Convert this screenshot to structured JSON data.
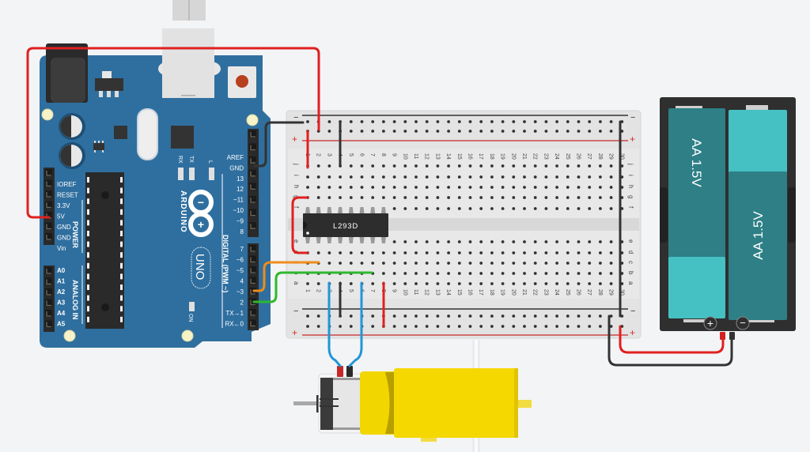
{
  "canvas": {
    "background": "#f3f4f6"
  },
  "arduino": {
    "name": "Arduino Uno",
    "brand": "ARDUINO",
    "model": "UNO",
    "board_color": "#2f6f9f",
    "logo_minus": "−",
    "logo_plus": "+",
    "led_labels": [
      "RX",
      "TX",
      "L"
    ],
    "on_label": "ON",
    "power_header": {
      "title": "POWER",
      "pins": [
        "IOREF",
        "RESET",
        "3.3V",
        "5V",
        "GND",
        "GND",
        "Vin"
      ]
    },
    "analog_header": {
      "title": "ANALOG IN",
      "pins": [
        "A0",
        "A1",
        "A2",
        "A3",
        "A4",
        "A5"
      ]
    },
    "digital_header": {
      "title": "DIGITAL (PWM ~)",
      "pins_top": [
        "AREF",
        "GND",
        "13",
        "12",
        "~11",
        "~10",
        "~9",
        "8"
      ],
      "pins_bottom": [
        "7",
        "~6",
        "~5",
        "4",
        "~3",
        "2",
        "TX→1",
        "RX←0"
      ]
    }
  },
  "breadboard": {
    "name": "Breadboard",
    "columns": 30,
    "rows_top": [
      "j",
      "i",
      "h",
      "g",
      "f"
    ],
    "rows_bottom": [
      "e",
      "d",
      "c",
      "b",
      "a"
    ],
    "rail_minus": "−",
    "rail_plus": "+"
  },
  "chip": {
    "label": "L293D",
    "pins": 16
  },
  "battery_pack": {
    "name": "2x AA Battery Holder",
    "cells": [
      {
        "label": "AA 1.5V"
      },
      {
        "label": "AA 1.5V"
      }
    ],
    "terminal_plus": "+",
    "terminal_minus": "−",
    "cell_dark": "#2e7f86",
    "cell_light": "#45c1c4"
  },
  "motor": {
    "name": "DC Gear Motor",
    "color": "#f5d800"
  },
  "wires": [
    {
      "name": "5v-to-plus-rail",
      "color": "#e02020"
    },
    {
      "name": "gnd-to-minus-rail",
      "color": "#333333"
    },
    {
      "name": "pin3-to-chip",
      "color": "#f08c1a"
    },
    {
      "name": "pin2-to-chip",
      "color": "#2eb82e"
    },
    {
      "name": "motor-lead-1",
      "color": "#2196d6"
    },
    {
      "name": "motor-lead-2",
      "color": "#2196d6"
    },
    {
      "name": "battery-plus",
      "color": "#e02020"
    },
    {
      "name": "battery-minus",
      "color": "#333333"
    }
  ]
}
